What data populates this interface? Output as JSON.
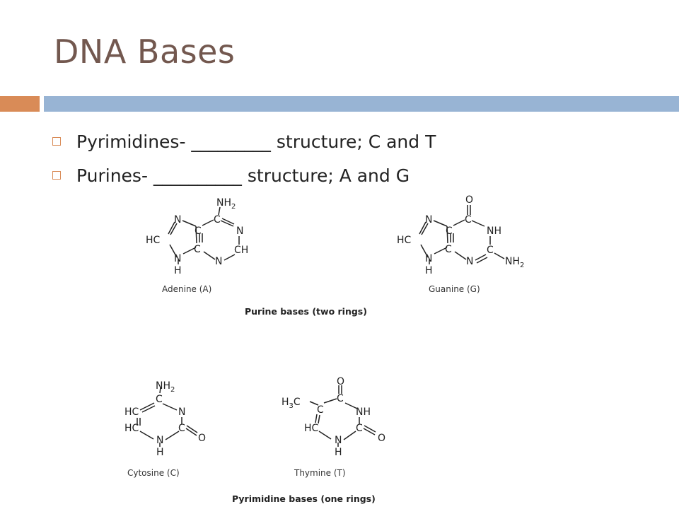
{
  "slide": {
    "title": "DNA Bases",
    "bullets": [
      "Pyrimidines- _________ structure; C and T",
      "Purines- __________ structure; A and G"
    ]
  },
  "colors": {
    "title": "#73584f",
    "accent_orange": "#d98b57",
    "accent_blue": "#98b4d4",
    "text": "#222222"
  },
  "figure": {
    "adenine": {
      "atoms": {
        "n7": "N",
        "c5": "C",
        "c6": "C",
        "n1": "N",
        "c2": "CH",
        "n3": "N",
        "c4": "C",
        "n9": "N",
        "h9": "H",
        "c8": "HC",
        "nh2": "NH",
        "nh2_sub": "2"
      },
      "caption": "Adenine (A)"
    },
    "guanine": {
      "atoms": {
        "n7": "N",
        "c5": "C",
        "c6": "C",
        "o6": "O",
        "n1": "NH",
        "c2": "C",
        "nh2": "NH",
        "nh2_sub": "2",
        "n3": "N",
        "c4": "C",
        "n9": "N",
        "h9": "H",
        "c8": "HC"
      },
      "caption": "Guanine (G)"
    },
    "purine_heading": "Purine bases (two rings)",
    "cytosine": {
      "atoms": {
        "nh2": "NH",
        "nh2_sub": "2",
        "c4": "C",
        "n3": "N",
        "c2": "C",
        "o2": "O",
        "n1": "N",
        "h1": "H",
        "c6": "HC",
        "c5": "HC"
      },
      "caption": "Cytosine (C)"
    },
    "thymine": {
      "atoms": {
        "ch3": "H",
        "ch3_sub": "3",
        "ch3_c": "C",
        "c5": "C",
        "c4": "C",
        "o4": "O",
        "n3": "NH",
        "c2": "C",
        "o2": "O",
        "n1": "N",
        "h1": "H",
        "c6": "HC"
      },
      "caption": "Thymine (T)"
    },
    "pyrimidine_heading": "Pyrimidine bases (one rings)"
  }
}
